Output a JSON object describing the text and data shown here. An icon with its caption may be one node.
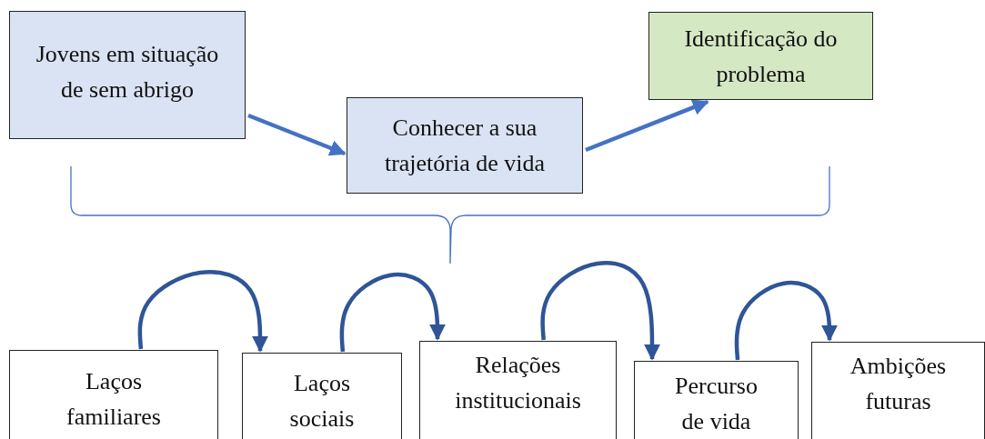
{
  "diagram": {
    "nodes": [
      {
        "text": [
          "Jovens em situação de sem abrigo"
        ]
      },
      {
        "text": [
          "Conhecer a sua trajetória de vida"
        ]
      },
      {
        "text": [
          "Identificação do problema"
        ]
      },
      {
        "text": [
          "Laços familiares"
        ]
      },
      {
        "text": [
          "Laços sociais"
        ]
      },
      {
        "text": [
          "Relações institucionais"
        ]
      },
      {
        "text": [
          "Percurso de vida"
        ]
      },
      {
        "text": [
          "Ambições futuras"
        ]
      }
    ],
    "edges": [
      {
        "from": 0,
        "to": 1,
        "arrow": "to",
        "color": "#4472c4"
      },
      {
        "from": 1,
        "to": 2,
        "arrow": "to",
        "color": "#4472c4"
      },
      {
        "from": 3,
        "to": 4,
        "arrow": "to"
      },
      {
        "from": 4,
        "to": 5,
        "arrow": "to"
      },
      {
        "from": 5,
        "to": 6,
        "arrow": "to"
      },
      {
        "from": 6,
        "to": 7,
        "arrow": "to"
      }
    ]
  }
}
